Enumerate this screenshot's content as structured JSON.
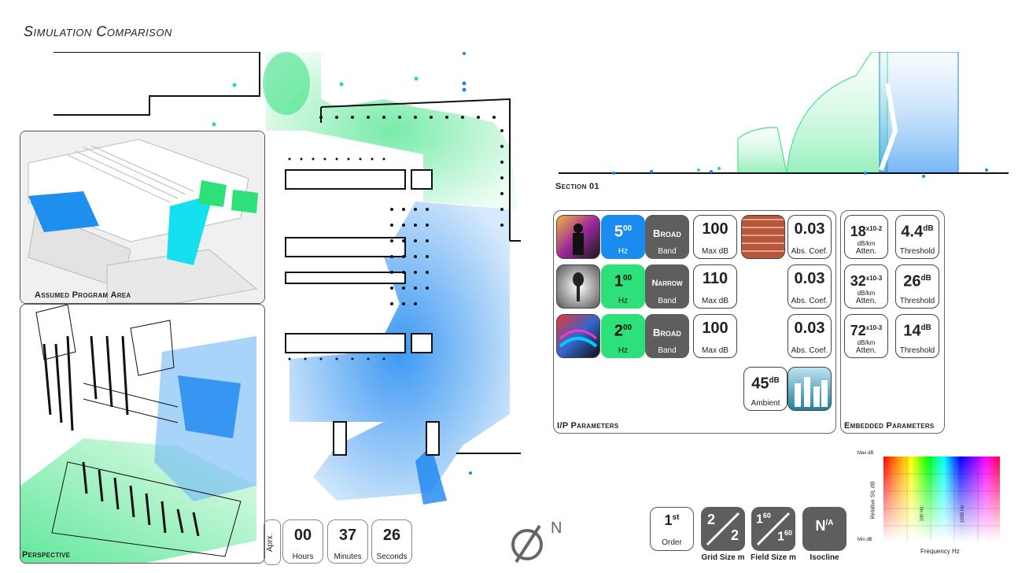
{
  "page": {
    "title": "Simulation Comparison"
  },
  "views": {
    "assumed_label": "Assumed Program Area",
    "perspective_label": "Perspective",
    "section_label": "Section 01"
  },
  "time": {
    "aprx_label": "Aprx.",
    "hours": {
      "value": "00",
      "label": "Hours"
    },
    "minutes": {
      "value": "37",
      "label": "Minutes"
    },
    "seconds": {
      "value": "26",
      "label": "Seconds"
    }
  },
  "north": {
    "label": "N"
  },
  "ip": {
    "title": "I/P Parameters",
    "rows": [
      {
        "freq": "5",
        "freq_exp": "00",
        "freq_unit": "Hz",
        "band": "Broad",
        "band_sub": "Band",
        "max": "100",
        "max_label": "Max dB",
        "abs": "0.03",
        "abs_label": "Abs. Coef."
      },
      {
        "freq": "1",
        "freq_exp": "00",
        "freq_unit": "Hz",
        "band": "Narrow",
        "band_sub": "Band",
        "max": "110",
        "max_label": "Max dB",
        "abs": "0.03",
        "abs_label": "Abs. Coef."
      },
      {
        "freq": "2",
        "freq_exp": "00",
        "freq_unit": "Hz",
        "band": "Broad",
        "band_sub": "Band",
        "max": "100",
        "max_label": "Max dB",
        "abs": "0.03",
        "abs_label": "Abs. Coef."
      }
    ],
    "ambient": {
      "value": "45",
      "unit": "dB",
      "label": "Ambient"
    }
  },
  "embedded": {
    "title": "Embedded Parameters",
    "rows": [
      {
        "atten": "18",
        "atten_exp": "x10-2",
        "atten_unit": "dB/km",
        "atten_label": "Atten.",
        "thr": "4.4",
        "thr_unit": "dB",
        "thr_label": "Threshold"
      },
      {
        "atten": "32",
        "atten_exp": "x10-3",
        "atten_unit": "dB/km",
        "atten_label": "Atten.",
        "thr": "26",
        "thr_unit": "dB",
        "thr_label": "Threshold"
      },
      {
        "atten": "72",
        "atten_exp": "x10-3",
        "atten_unit": "dB/km",
        "atten_label": "Atten.",
        "thr": "14",
        "thr_unit": "dB",
        "thr_label": "Threshold"
      }
    ]
  },
  "settings": {
    "order": {
      "value": "1",
      "sup": "st",
      "label": "Order"
    },
    "grid": {
      "top": "2",
      "bottom": "2",
      "label": "Grid Size m"
    },
    "field": {
      "top": "1",
      "top_sup": "60",
      "bottom": "1",
      "bottom_sup": "60",
      "label": "Field Size m"
    },
    "isoline": {
      "value": "N",
      "sup": "/A",
      "label": "Isocline"
    }
  },
  "spectrum": {
    "y_top": "Max dB",
    "y_bottom": "Min dB",
    "y_label": "Relative SIL dB",
    "x_label": "Frequency Hz",
    "tick1": "100 Hz",
    "tick2": "1000 Hz"
  }
}
